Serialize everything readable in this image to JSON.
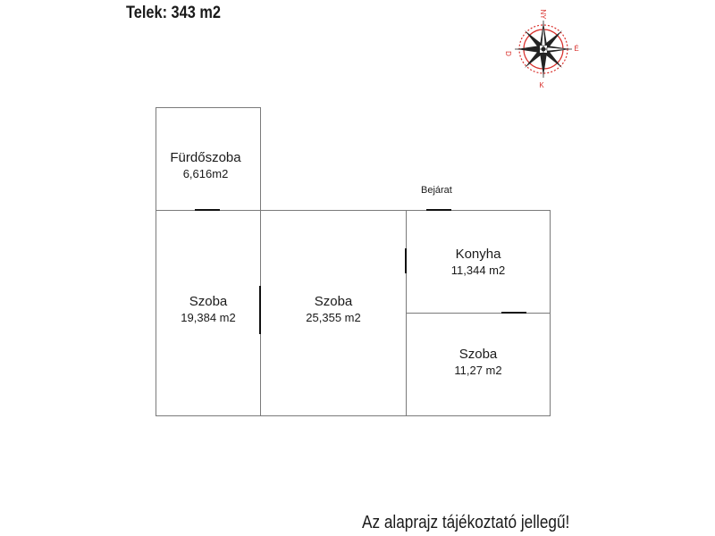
{
  "plot": {
    "title": "Telek: 343 m2"
  },
  "compass": {
    "north": "NY",
    "east": "É",
    "south": "K",
    "west": "D",
    "color": "#d9302c"
  },
  "rooms": {
    "bathroom": {
      "name": "Fürdőszoba",
      "area": "6,616m2"
    },
    "room_left": {
      "name": "Szoba",
      "area": "19,384 m2"
    },
    "room_center": {
      "name": "Szoba",
      "area": "25,355 m2"
    },
    "kitchen": {
      "name": "Konyha",
      "area": "11,344 m2"
    },
    "room_right": {
      "name": "Szoba",
      "area": "11,27 m2"
    }
  },
  "entrance": {
    "label": "Bejárat"
  },
  "disclaimer": "Az alaprajz tájékoztató jellegű!"
}
